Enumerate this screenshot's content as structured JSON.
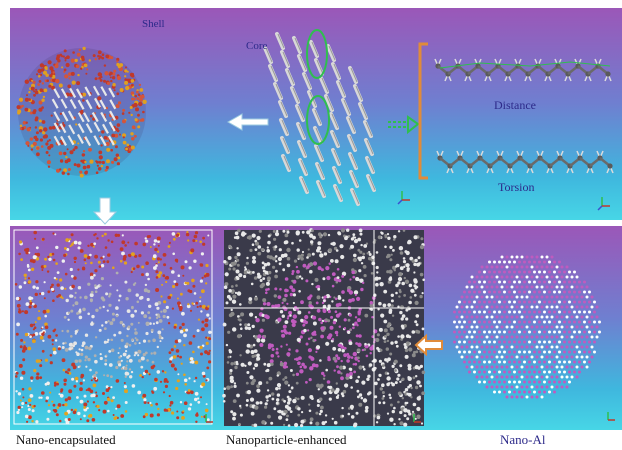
{
  "labels": {
    "shell": "Shell",
    "core": "Core",
    "distance": "Distance",
    "torsion": "Torsion"
  },
  "captions": {
    "encapsulated": "Nano-encapsulated",
    "enhanced": "Nanoparticle-enhanced",
    "nano_al": "Nano-Al"
  },
  "colors": {
    "background_top": "#9b57b8",
    "background_bottom": "#47d6e6",
    "label_text": "#2d2a8a",
    "bracket": "#e08b3a",
    "arrow_green": "#2fbf4f",
    "arrow_orange": "#e08b3a",
    "shell_atoms": "#c0392b",
    "al_atoms": "#c05bbf"
  },
  "icons": [
    "axis-triad-icon",
    "white-arrow-left-icon",
    "white-arrow-down-icon",
    "green-dashed-arrow-icon",
    "orange-arrow-left-icon",
    "bracket-icon"
  ]
}
